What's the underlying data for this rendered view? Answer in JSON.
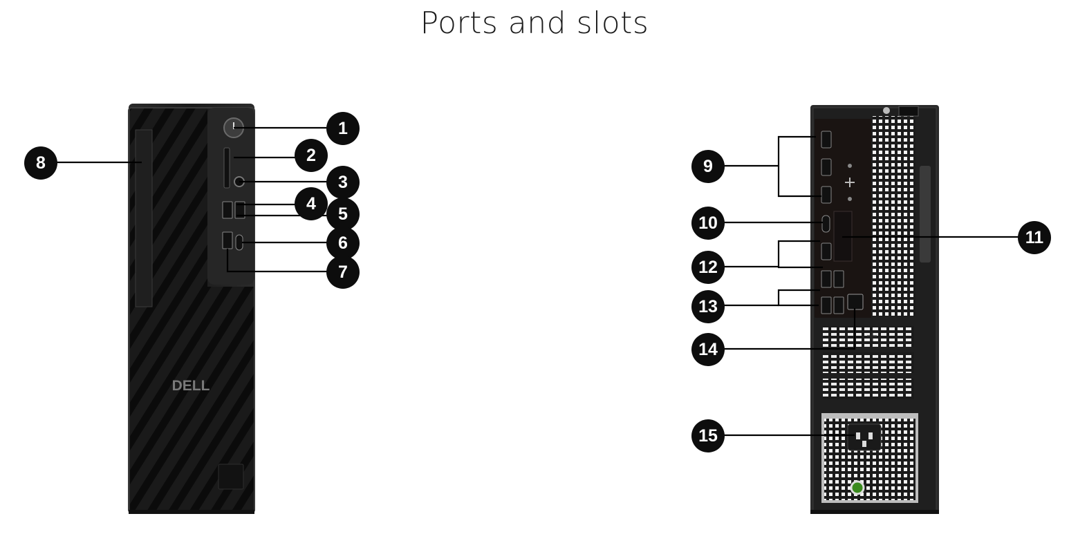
{
  "title": "Ports and slots",
  "front_logo": "DELL",
  "callouts": [
    {
      "id": "1",
      "label": "1"
    },
    {
      "id": "2",
      "label": "2"
    },
    {
      "id": "3",
      "label": "3"
    },
    {
      "id": "4",
      "label": "4"
    },
    {
      "id": "5",
      "label": "5"
    },
    {
      "id": "6",
      "label": "6"
    },
    {
      "id": "7",
      "label": "7"
    },
    {
      "id": "8",
      "label": "8"
    },
    {
      "id": "9",
      "label": "9"
    },
    {
      "id": "10",
      "label": "10"
    },
    {
      "id": "11",
      "label": "11"
    },
    {
      "id": "12",
      "label": "12"
    },
    {
      "id": "13",
      "label": "13"
    },
    {
      "id": "14",
      "label": "14"
    },
    {
      "id": "15",
      "label": "15"
    }
  ]
}
